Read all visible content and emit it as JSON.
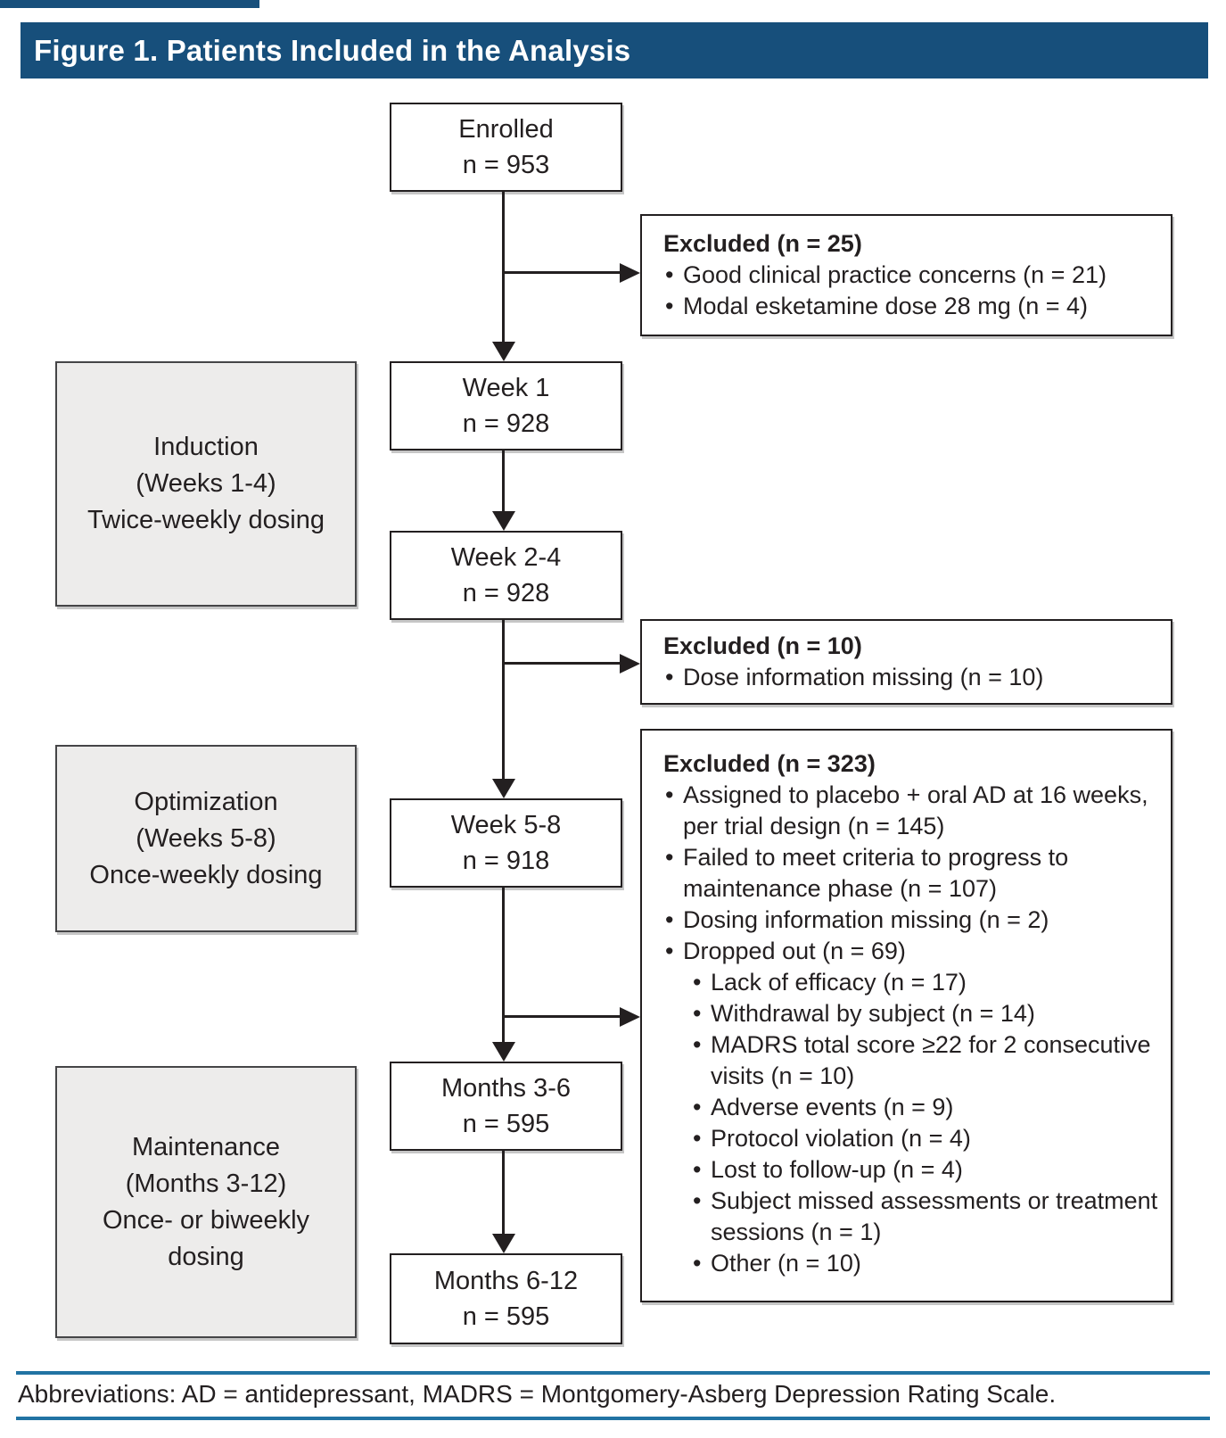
{
  "page": {
    "title": "Figure 1. Patients Included in the Analysis",
    "footer_note": "Abbreviations: AD = antidepressant, MADRS = Montgomery-Asberg Depression Rating Scale."
  },
  "colors": {
    "header_navy": "#174F7B",
    "footer_rule_blue": "#2173A3",
    "box_border_black": "#231F20",
    "phase_box_fill_gray": "#EDECEB",
    "text_black": "#231F20"
  },
  "flow_boxes": [
    {
      "label": "Enrolled",
      "count": "n = 953"
    },
    {
      "label": "Week 1",
      "count": "n = 928"
    },
    {
      "label": "Week 2-4",
      "count": "n = 928"
    },
    {
      "label": "Week 5-8",
      "count": "n = 918"
    },
    {
      "label": "Months 3-6",
      "count": "n = 595"
    },
    {
      "label": "Months 6-12",
      "count": "n = 595"
    }
  ],
  "phase_labels": [
    {
      "lines": [
        "Induction",
        "(Weeks 1-4)",
        "Twice-weekly dosing"
      ]
    },
    {
      "lines": [
        "Optimization",
        "(Weeks 5-8)",
        "Once-weekly dosing"
      ]
    },
    {
      "lines": [
        "Maintenance",
        "(Months 3-12)",
        "Once- or biweekly",
        "dosing"
      ]
    }
  ],
  "excluded_boxes": [
    {
      "header": "Excluded (n = 25)",
      "items": [
        {
          "level": 1,
          "text": "Good clinical practice concerns (n = 21)"
        },
        {
          "level": 1,
          "text": "Modal esketamine dose 28 mg (n = 4)"
        }
      ]
    },
    {
      "header": "Excluded (n = 10)",
      "items": [
        {
          "level": 1,
          "text": "Dose information missing (n = 10)"
        }
      ]
    },
    {
      "header": "Excluded (n = 323)",
      "items": [
        {
          "level": 1,
          "text": "Assigned to placebo + oral AD at 16 weeks,\nper trial design (n = 145)"
        },
        {
          "level": 1,
          "text": "Failed to meet criteria to progress to\nmaintenance phase (n = 107)"
        },
        {
          "level": 1,
          "text": "Dosing information missing (n = 2)"
        },
        {
          "level": 1,
          "text": "Dropped out (n = 69)"
        },
        {
          "level": 2,
          "text": "Lack of efficacy (n = 17)"
        },
        {
          "level": 2,
          "text": "Withdrawal by subject (n = 14)"
        },
        {
          "level": 2,
          "text": "MADRS total score ≥22 for 2 consecutive\nvisits (n = 10)"
        },
        {
          "level": 2,
          "text": "Adverse events (n = 9)"
        },
        {
          "level": 2,
          "text": "Protocol violation (n = 4)"
        },
        {
          "level": 2,
          "text": "Lost to follow-up (n = 4)"
        },
        {
          "level": 2,
          "text": "Subject missed assessments or treatment\nsessions (n = 1)"
        },
        {
          "level": 2,
          "text": "Other (n = 10)"
        }
      ]
    }
  ]
}
